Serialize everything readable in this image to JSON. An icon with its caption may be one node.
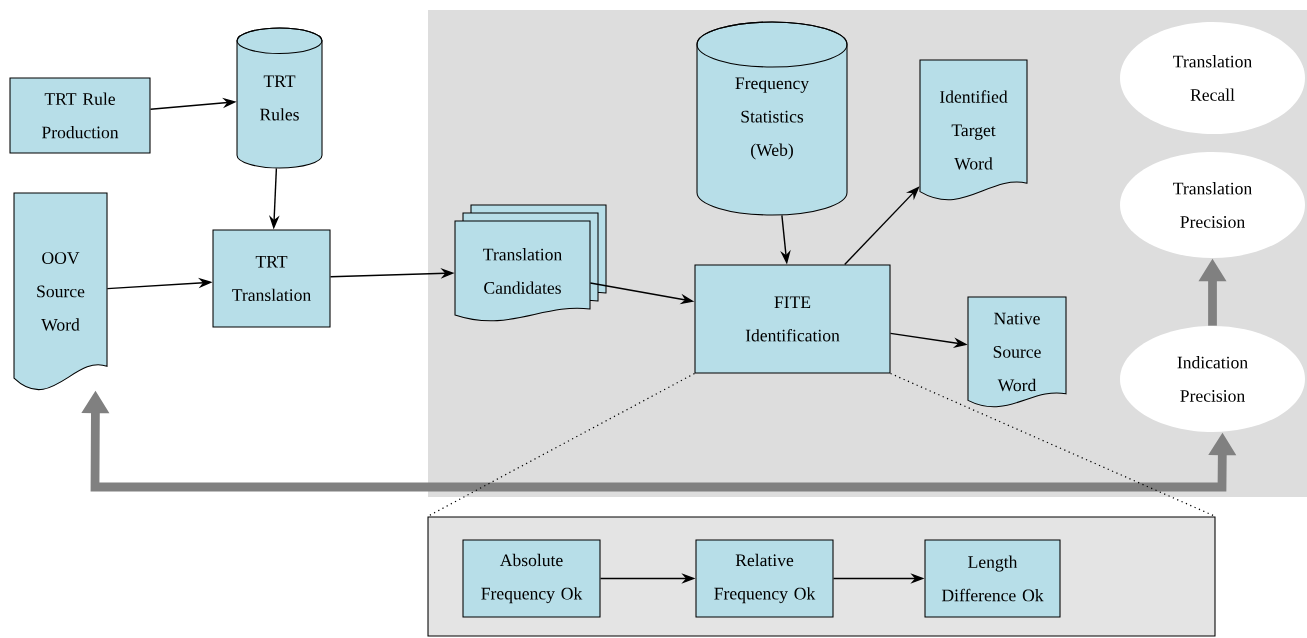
{
  "diagram": {
    "nodes": [
      {
        "text": [],
        "shape": "box"
      },
      {
        "text": [
          "TRT Rule Production"
        ]
      },
      {
        "text": [
          "TRT Rules"
        ]
      },
      {
        "text": [
          "OOV Source Word"
        ]
      },
      {
        "text": [
          "TRT Translation"
        ]
      },
      {
        "text": [
          "Translation Candidates"
        ],
        "in": 0
      },
      {
        "text": [
          "Frequency Statistics (Web)"
        ],
        "in": 0
      },
      {
        "text": [
          "Identified Target Word"
        ],
        "in": 0
      },
      {
        "text": [
          "FITE Identification"
        ],
        "in": 0
      },
      {
        "text": [
          "Native Source Word"
        ],
        "in": 0
      },
      {
        "text": [
          "Translation Recall"
        ],
        "in": 0
      },
      {
        "text": [
          "Translation Precision"
        ],
        "in": 0
      },
      {
        "text": [
          "Indication Precision"
        ],
        "in": 0
      },
      {
        "text": [],
        "shape": "box"
      },
      {
        "text": [
          "Absolute Frequency Ok"
        ],
        "in": 13
      },
      {
        "text": [
          "Relative Frequency Ok"
        ],
        "in": 13
      },
      {
        "text": [
          "Length Difference Ok"
        ],
        "in": 13
      }
    ],
    "edges": [
      {
        "from": 1,
        "to": 2,
        "arrow": "to"
      },
      {
        "from": 2,
        "to": 4,
        "arrow": "to"
      },
      {
        "from": 3,
        "to": 4,
        "arrow": "to"
      },
      {
        "from": 4,
        "to": 5,
        "arrow": "to"
      },
      {
        "from": 5,
        "to": 8,
        "arrow": "to"
      },
      {
        "from": 6,
        "to": 8,
        "arrow": "to"
      },
      {
        "from": 8,
        "to": 7,
        "arrow": "to"
      },
      {
        "from": 8,
        "to": 9,
        "arrow": "to"
      },
      {
        "from": 12,
        "to": 11,
        "arrow": "to",
        "style": "thick",
        "color": "#808080"
      },
      {
        "from": 3,
        "to": 12,
        "arrow": "both",
        "style": "thick",
        "color": "#808080"
      },
      {
        "from": 8,
        "to": 13,
        "arrow": "none",
        "style": "dashed"
      },
      {
        "from": 8,
        "to": 13,
        "arrow": "none",
        "style": "dashed"
      },
      {
        "from": 14,
        "to": 15,
        "arrow": "to"
      },
      {
        "from": 15,
        "to": 16,
        "arrow": "to"
      }
    ]
  }
}
